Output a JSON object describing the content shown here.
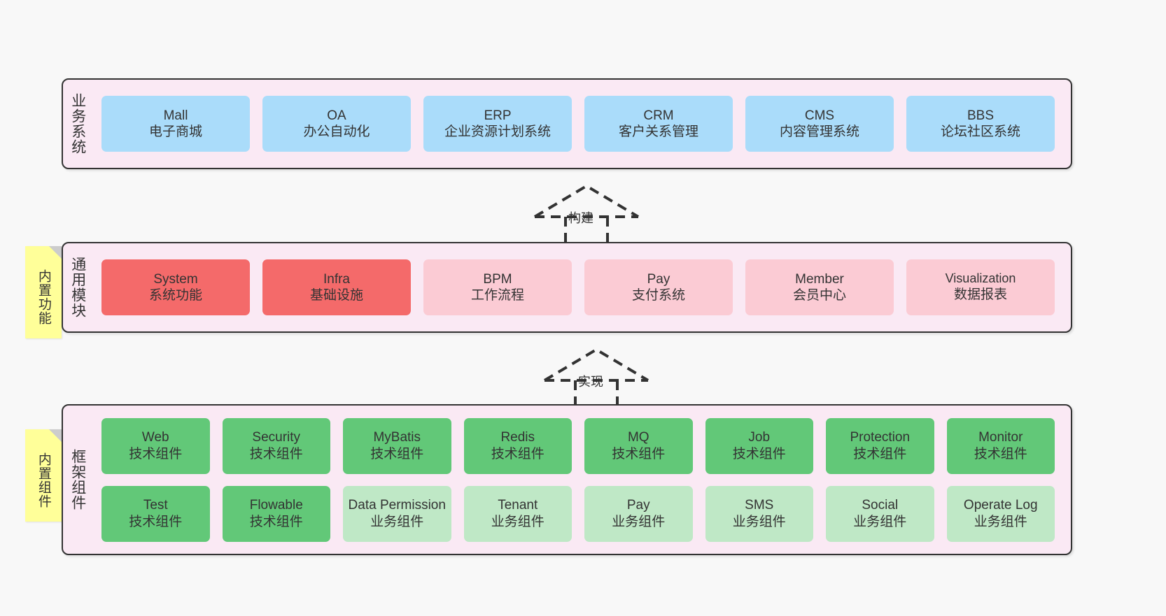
{
  "diagram": {
    "background_color": "#f8f8f8",
    "panel_color": "#fae9f4",
    "note_color": "#ffff99"
  },
  "layers": [
    {
      "id": "business-system",
      "title": "业务系统",
      "nodes": [
        {
          "en": "Mall",
          "cn": "电子商城",
          "color": "#aadcfa"
        },
        {
          "en": "OA",
          "cn": "办公自动化",
          "color": "#aadcfa"
        },
        {
          "en": "ERP",
          "cn": "企业资源计划系统",
          "color": "#aadcfa"
        },
        {
          "en": "CRM",
          "cn": "客户关系管理",
          "color": "#aadcfa"
        },
        {
          "en": "CMS",
          "cn": "内容管理系统",
          "color": "#aadcfa"
        },
        {
          "en": "BBS",
          "cn": "论坛社区系统",
          "color": "#aadcfa"
        }
      ]
    },
    {
      "id": "common-module",
      "title": "通用模块",
      "note": "内置功能",
      "nodes": [
        {
          "en": "System",
          "cn": "系统功能",
          "color": "#f46a6a"
        },
        {
          "en": "Infra",
          "cn": "基础设施",
          "color": "#f46a6a"
        },
        {
          "en": "BPM",
          "cn": "工作流程",
          "color": "#fbcbd4"
        },
        {
          "en": "Pay",
          "cn": "支付系统",
          "color": "#fbcbd4"
        },
        {
          "en": "Member",
          "cn": "会员中心",
          "color": "#fbcbd4"
        },
        {
          "en": "Visualization",
          "cn": "数据报表",
          "color": "#fbcbd4"
        }
      ]
    },
    {
      "id": "framework-component",
      "title": "框架组件",
      "note": "内置组件",
      "rows": [
        [
          {
            "en": "Web",
            "cn": "技术组件",
            "color": "#62c878"
          },
          {
            "en": "Security",
            "cn": "技术组件",
            "color": "#62c878"
          },
          {
            "en": "MyBatis",
            "cn": "技术组件",
            "color": "#62c878"
          },
          {
            "en": "Redis",
            "cn": "技术组件",
            "color": "#62c878"
          },
          {
            "en": "MQ",
            "cn": "技术组件",
            "color": "#62c878"
          },
          {
            "en": "Job",
            "cn": "技术组件",
            "color": "#62c878"
          },
          {
            "en": "Protection",
            "cn": "技术组件",
            "color": "#62c878"
          },
          {
            "en": "Monitor",
            "cn": "技术组件",
            "color": "#62c878"
          }
        ],
        [
          {
            "en": "Test",
            "cn": "技术组件",
            "color": "#62c878"
          },
          {
            "en": "Flowable",
            "cn": "技术组件",
            "color": "#62c878"
          },
          {
            "en": "Data Permission",
            "cn": "业务组件",
            "color": "#bfe8c6"
          },
          {
            "en": "Tenant",
            "cn": "业务组件",
            "color": "#bfe8c6"
          },
          {
            "en": "Pay",
            "cn": "业务组件",
            "color": "#bfe8c6"
          },
          {
            "en": "SMS",
            "cn": "业务组件",
            "color": "#bfe8c6"
          },
          {
            "en": "Social",
            "cn": "业务组件",
            "color": "#bfe8c6"
          },
          {
            "en": "Operate Log",
            "cn": "业务组件",
            "color": "#bfe8c6"
          }
        ]
      ]
    }
  ],
  "connectors": [
    {
      "id": "build",
      "label": "构建"
    },
    {
      "id": "implement",
      "label": "实现"
    }
  ]
}
